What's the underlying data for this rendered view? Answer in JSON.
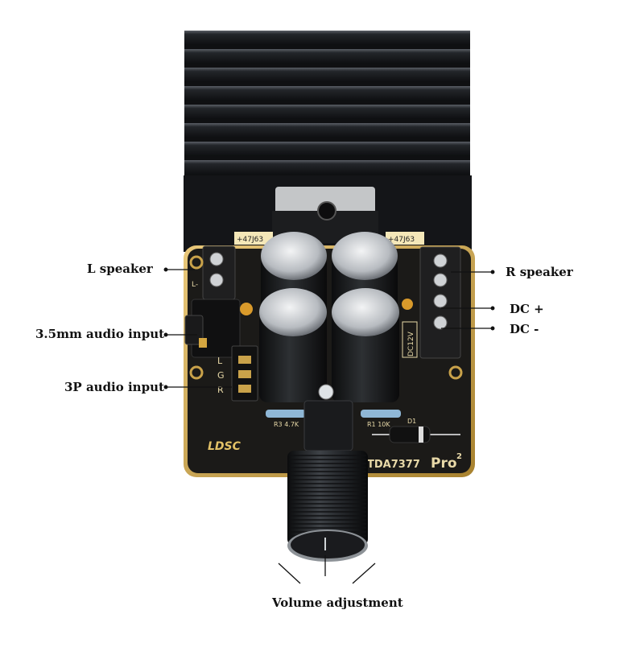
{
  "callouts": {
    "l_speaker": "L speaker",
    "audio_35mm": "3.5mm audio input",
    "audio_3p": "3P audio input",
    "r_speaker": "R speaker",
    "dc_plus": "DC +",
    "dc_minus": "DC -",
    "volume": "Volume adjustment"
  },
  "board": {
    "brand": "LDSC",
    "model": "TDA7377",
    "model_suffix": "Pro",
    "model_superscript": "2",
    "silk_r3": "R3 4.7K",
    "silk_r1": "R1 10K",
    "silk_dc12v": "DC12V",
    "silk_d1": "D1",
    "silk_cap_left": "+47J63",
    "silk_cap_right": "+47J63",
    "jack_pins": [
      "L",
      "G",
      "R"
    ]
  },
  "colors": {
    "pcb": "#1b1a18",
    "pcb_edge": "#c9a24a",
    "heatsink": "#15171a",
    "heatsink_highlight": "#4a4f55",
    "capacitor_body": "#121314",
    "capacitor_top": "#c9ccd0",
    "terminal": "#202020",
    "knob": "#202226",
    "silk": "#e8d9a8",
    "label_text": "#111111"
  }
}
